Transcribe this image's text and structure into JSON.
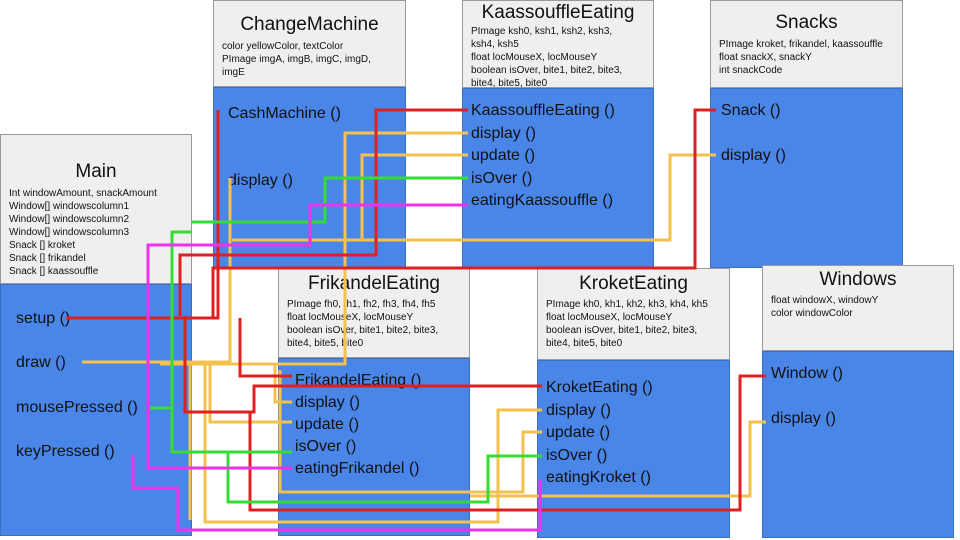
{
  "classes": {
    "main": {
      "name": "Main",
      "attributes": [
        "Int windowAmount, snackAmount",
        "Window[] windowscolumn1",
        "Window[] windowscolumn2",
        "Window[] windowscolumn3",
        "Snack [] kroket",
        "Snack [] frikandel",
        "Snack [] kaassouffle"
      ],
      "methods": [
        "setup ()",
        "draw ()",
        "mousePressed ()",
        "keyPressed ()"
      ]
    },
    "change_machine": {
      "name": "ChangeMachine",
      "attributes": [
        "color yellowColor, textColor",
        "PImage imgA, imgB, imgC, imgD,",
        "imgE"
      ],
      "methods": [
        "CashMachine ()",
        "display ()"
      ]
    },
    "kaassouffle_eating": {
      "name": "KaassouffleEating",
      "attributes": [
        "PImage ksh0, ksh1, ksh2, ksh3,",
        "ksh4, ksh5",
        "float locMouseX, locMouseY",
        "boolean isOver, bite1, bite2, bite3,",
        "bite4, bite5, bite0"
      ],
      "methods": [
        "KaassouffleEating ()",
        "display ()",
        "update ()",
        "isOver ()",
        "eatingKaassouffle ()"
      ]
    },
    "snacks": {
      "name": "Snacks",
      "attributes": [
        "PImage kroket, frikandel, kaassouffle",
        "float snackX, snackY",
        "int snackCode"
      ],
      "methods": [
        "Snack ()",
        "display ()"
      ]
    },
    "frikandel_eating": {
      "name": "FrikandelEating",
      "attributes": [
        "PImage fh0, fh1, fh2, fh3, fh4, fh5",
        "float locMouseX, locMouseY",
        "boolean isOver, bite1, bite2, bite3,",
        "bite4, bite5, bite0"
      ],
      "methods": [
        "FrikandelEating ()",
        "display ()",
        "update ()",
        "isOver ()",
        "eatingFrikandel ()"
      ]
    },
    "kroket_eating": {
      "name": "KroketEating",
      "attributes": [
        "PImage kh0, kh1, kh2, kh3, kh4, kh5",
        "float locMouseX, locMouseY",
        "boolean isOver, bite1, bite2, bite3,",
        "bite4, bite5, bite0"
      ],
      "methods": [
        "KroketEating ()",
        "display ()",
        "update ()",
        "isOver ()",
        "eatingKroket ()"
      ]
    },
    "windows": {
      "name": "Windows",
      "attributes": [
        "float windowX, windowY",
        "color windowColor"
      ],
      "methods": [
        "Window ()",
        "display ()"
      ]
    }
  },
  "colors": {
    "header_bg": "#efefef",
    "body_bg": "#4a86e8",
    "constructor_link": "#e02020",
    "display_link": "#f2c14e",
    "isover_link": "#33dd33",
    "eating_link": "#ee33ee"
  }
}
